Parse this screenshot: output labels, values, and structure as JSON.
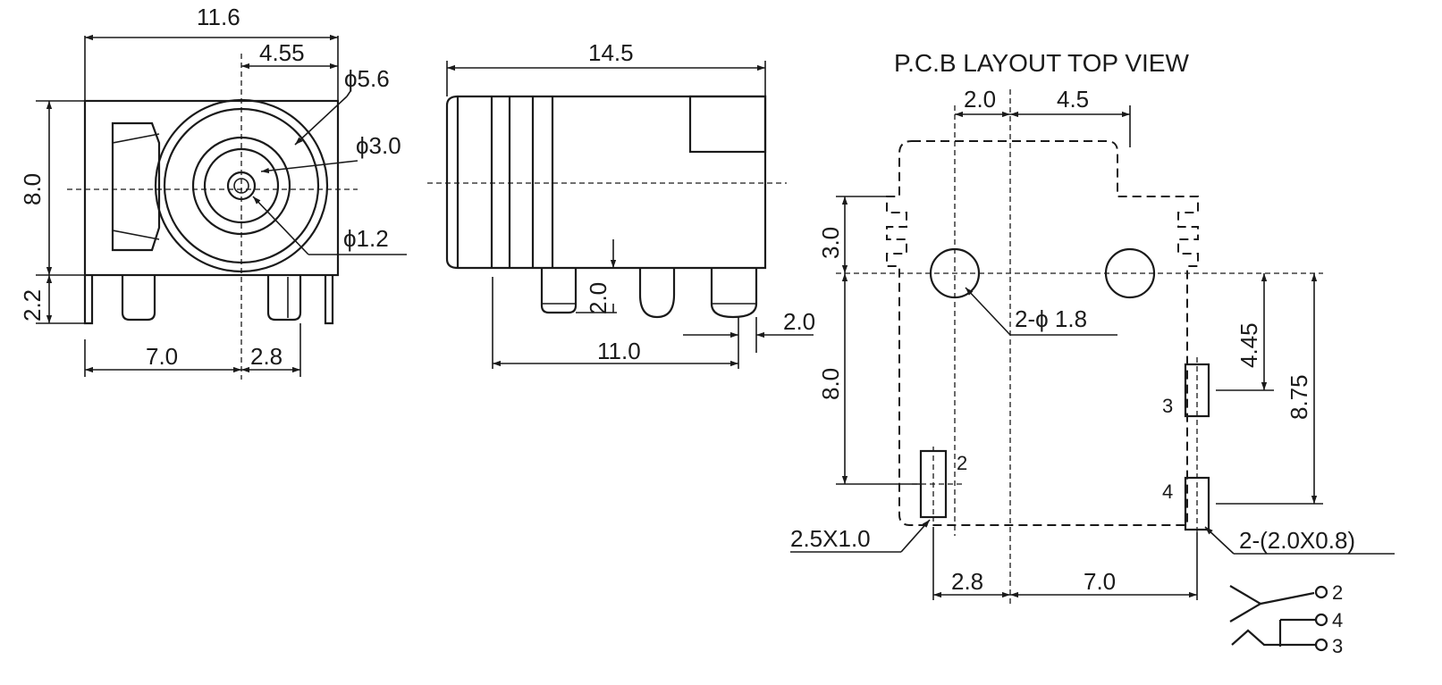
{
  "front_view": {
    "dim_width": "11.6",
    "dim_offset": "4.55",
    "dim_dia_outer": "ϕ5.6",
    "dim_dia_mid": "ϕ3.0",
    "dim_dia_pin": "ϕ1.2",
    "dim_height": "8.0",
    "dim_pin_height": "2.2",
    "dim_left_span": "7.0",
    "dim_right_span": "2.8"
  },
  "side_view": {
    "dim_length": "14.5",
    "dim_pin_len": "2.0",
    "dim_pin_gap": "2.0",
    "dim_pin_span": "11.0"
  },
  "pcb_view": {
    "title": "P.C.B LAYOUT   TOP  VIEW",
    "dim_top_left": "2.0",
    "dim_top_right": "4.5",
    "dim_left_upper": "3.0",
    "dim_left_lower": "8.0",
    "dim_hole": "2-ϕ 1.8",
    "dim_right_upper": "4.45",
    "dim_right_lower": "8.75",
    "dim_pad_left": "2.5X1.0",
    "dim_pad_right": "2-(2.0X0.8)",
    "dim_bottom_left": "2.8",
    "dim_bottom_right": "7.0",
    "pin_labels": {
      "p2": "2",
      "p3": "3",
      "p4": "4"
    }
  },
  "schematic": {
    "pin_labels": [
      "2",
      "4",
      "3"
    ]
  }
}
